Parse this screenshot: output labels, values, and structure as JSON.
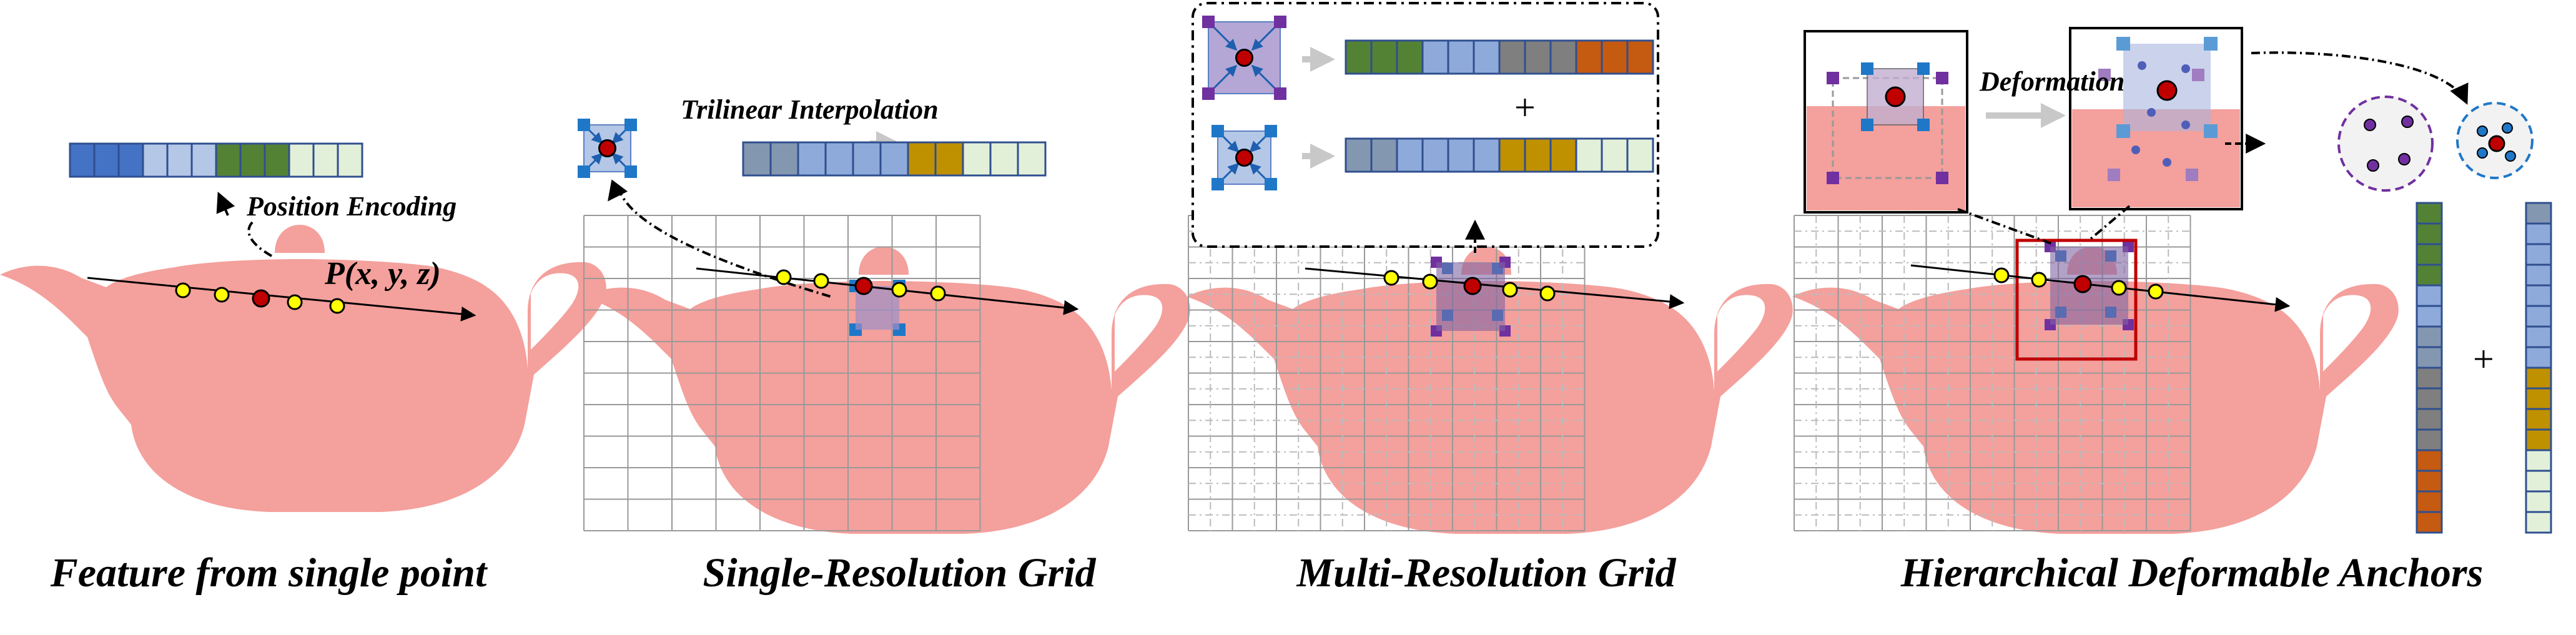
{
  "panels": {
    "single_point": {
      "caption": "Feature from single point",
      "encoding_label": "Position Encoding",
      "point_label": "P(x, y, z)"
    },
    "single_res": {
      "caption": "Single-Resolution Grid",
      "interp_label": "Trilinear Interpolation"
    },
    "multi_res": {
      "caption": "Multi-Resolution Grid",
      "plus": "+"
    },
    "anchors": {
      "caption": "Hierarchical Deformable Anchors",
      "deform_label": "Deformation",
      "plus": "+"
    }
  },
  "colors": {
    "teapot": "#f4a09c",
    "blue_dark": "#4472c4",
    "blue_mid": "#8eaadb",
    "blue_light": "#b4c7e7",
    "green": "#548235",
    "pale_green": "#e2f0d9",
    "grey_blue": "#8497b0",
    "grey": "#7f7f7f",
    "gold": "#bf9000",
    "orange": "#c55a11",
    "point_red": "#c00000",
    "point_yellow": "#ffff00",
    "anchor_blue": "#1f77c8",
    "anchor_purple": "#7030a0",
    "frame_red": "#c00000"
  },
  "feature_vectors": {
    "pe": [
      "blue_dark",
      "blue_dark",
      "blue_dark",
      "blue_light",
      "blue_light",
      "blue_light",
      "green",
      "green",
      "green",
      "pale_green",
      "pale_green",
      "pale_green"
    ],
    "single": [
      "grey_blue",
      "grey_blue",
      "blue_mid",
      "blue_mid",
      "blue_mid",
      "blue_mid",
      "gold",
      "gold",
      "pale_green",
      "pale_green",
      "pale_green"
    ],
    "multi_top": [
      "green",
      "green",
      "green",
      "blue_mid",
      "blue_mid",
      "blue_mid",
      "grey",
      "grey",
      "grey",
      "orange",
      "orange",
      "orange"
    ],
    "multi_bottom": [
      "grey_blue",
      "grey_blue",
      "blue_mid",
      "blue_mid",
      "blue_mid",
      "blue_mid",
      "gold",
      "gold",
      "gold",
      "pale_green",
      "pale_green",
      "pale_green"
    ],
    "anchor_left": [
      "green",
      "green",
      "green",
      "green",
      "blue_mid",
      "blue_mid",
      "grey_blue",
      "grey_blue",
      "grey",
      "grey",
      "grey",
      "grey",
      "orange",
      "orange",
      "orange",
      "orange"
    ],
    "anchor_right": [
      "grey_blue",
      "blue_mid",
      "blue_mid",
      "blue_mid",
      "blue_mid",
      "blue_mid",
      "blue_mid",
      "blue_mid",
      "gold",
      "gold",
      "gold",
      "gold",
      "pale_green",
      "pale_green",
      "pale_green",
      "pale_green"
    ]
  }
}
